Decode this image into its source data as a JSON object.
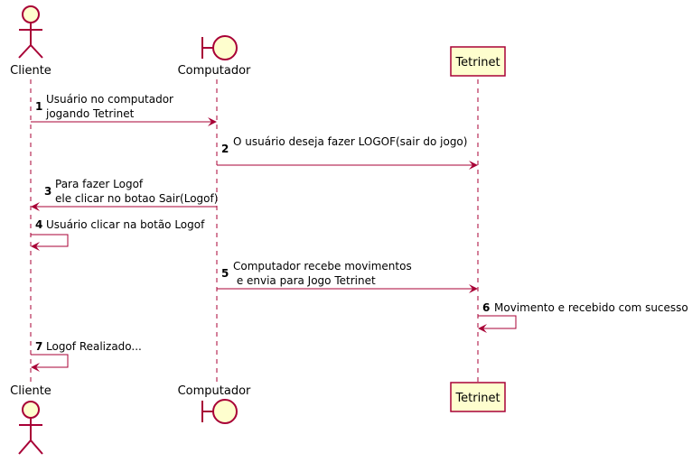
{
  "colors": {
    "arrow": "#A80036",
    "participant_fill": "#FEFECE",
    "lifeline": "#A80036"
  },
  "participants": [
    {
      "name": "Cliente",
      "kind": "actor"
    },
    {
      "name": "Computador",
      "kind": "boundary"
    },
    {
      "name": "Tetrinet",
      "kind": "participant"
    }
  ],
  "messages": [
    {
      "num": "1",
      "from": 0,
      "to": 1,
      "lines": [
        "Usuário no computador",
        "jogando Tetrinet"
      ]
    },
    {
      "num": "2",
      "from": 1,
      "to": 2,
      "lines": [
        "O usuário deseja fazer LOGOF(sair do jogo)"
      ]
    },
    {
      "num": "3",
      "from": 1,
      "to": 0,
      "lines": [
        "Para fazer Logof",
        "ele clicar no botao Sair(Logof)"
      ]
    },
    {
      "num": "4",
      "from": 0,
      "to": 0,
      "lines": [
        "Usuário clicar na botão Logof"
      ]
    },
    {
      "num": "5",
      "from": 1,
      "to": 2,
      "lines": [
        "Computador recebe movimentos",
        " e envia para Jogo Tetrinet"
      ]
    },
    {
      "num": "6",
      "from": 2,
      "to": 2,
      "lines": [
        "Movimento e recebido com sucesso"
      ]
    },
    {
      "num": "7",
      "from": 0,
      "to": 0,
      "lines": [
        "Logof Realizado..."
      ]
    }
  ]
}
